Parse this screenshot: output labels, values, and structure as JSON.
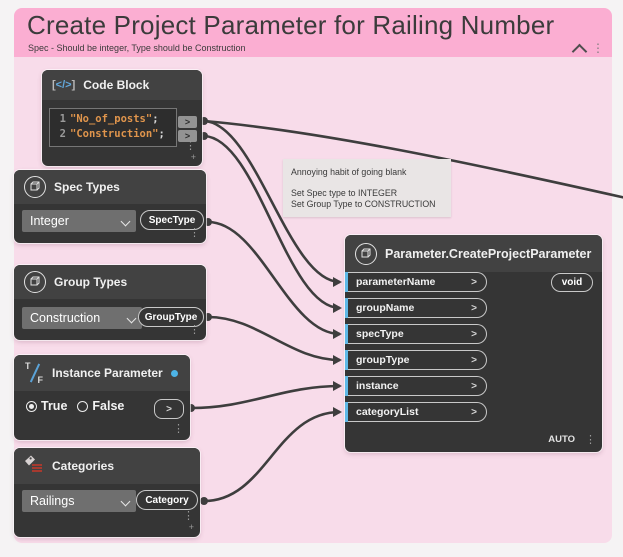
{
  "group": {
    "title": "Create Project Parameter for Railing Number",
    "subtitle": "Spec - Should be integer, Type should be Construction",
    "header_color": "#fbaed2",
    "body_color": "#f8dcea"
  },
  "note": {
    "line1": "Annoying habit of going blank",
    "line2": "Set Spec type to INTEGER",
    "line3": "Set Group Type to CONSTRUCTION"
  },
  "icons": {
    "code_block_bracket_left": "[",
    "code_block_glyph": "</>",
    "code_block_bracket_right": "]",
    "caret": ">",
    "kebab": "⋮",
    "plus": "+"
  },
  "nodes": {
    "code_block": {
      "title": "Code Block",
      "lines": [
        {
          "num": "1",
          "str": "\"No_of_posts\"",
          "punct": ";"
        },
        {
          "num": "2",
          "str": "\"Construction\"",
          "punct": ";"
        }
      ]
    },
    "spec_types": {
      "title": "Spec Types",
      "dropdown_value": "Integer",
      "output_label": "SpecType"
    },
    "group_types": {
      "title": "Group Types",
      "dropdown_value": "Construction",
      "output_label": "GroupType"
    },
    "instance_parameter": {
      "title": "Instance Parameter",
      "option_true": "True",
      "option_false": "False",
      "selected": "True"
    },
    "categories": {
      "title": "Categories",
      "dropdown_value": "Railings",
      "output_label": "Category"
    },
    "create_parameter": {
      "title": "Parameter.CreateProjectParameter",
      "inputs": [
        "parameterName",
        "groupName",
        "specType",
        "groupType",
        "instance",
        "categoryList"
      ],
      "output": "void",
      "lacing": "AUTO"
    }
  },
  "colors": {
    "wire": "#3e3e3e",
    "node_body": "#353535",
    "node_header": "#424242",
    "connected_port_accent": "#5fb8e6",
    "code_string": "#e0954c",
    "canvas": "#f5f3f4"
  }
}
